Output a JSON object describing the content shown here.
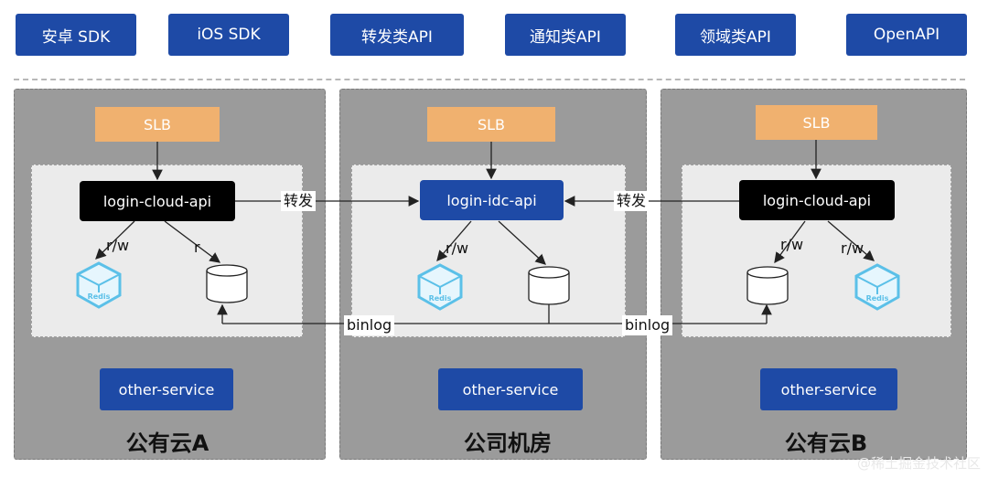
{
  "top_bar": {
    "items": [
      "安卓 SDK",
      "iOS SDK",
      "转发类API",
      "通知类API",
      "领域类API",
      "OpenAPI"
    ]
  },
  "regions": [
    {
      "label": "公有云A",
      "slb": "SLB",
      "api": "login-cloud-api",
      "service": "other-service",
      "rw": "r/w",
      "r": "r",
      "redis_label": "Redis"
    },
    {
      "label": "公司机房",
      "slb": "SLB",
      "api": "login-idc-api",
      "service": "other-service",
      "rw": "r/w",
      "redis_label": "Redis"
    },
    {
      "label": "公有云B",
      "slb": "SLB",
      "api": "login-cloud-api",
      "service": "other-service",
      "rw": "r/w",
      "rw2": "r/w",
      "redis_label": "Redis"
    }
  ],
  "edges": {
    "forward_left": "转发",
    "forward_right": "转发",
    "binlog_left": "binlog",
    "binlog_right": "binlog"
  },
  "watermark": "@稀土掘金技术社区",
  "colors": {
    "blue": "#1e4aa6",
    "slb": "#f0b16f",
    "region_bg": "#9b9b9b",
    "inner_bg": "#ebebeb",
    "redis": "#5bc0e8"
  }
}
